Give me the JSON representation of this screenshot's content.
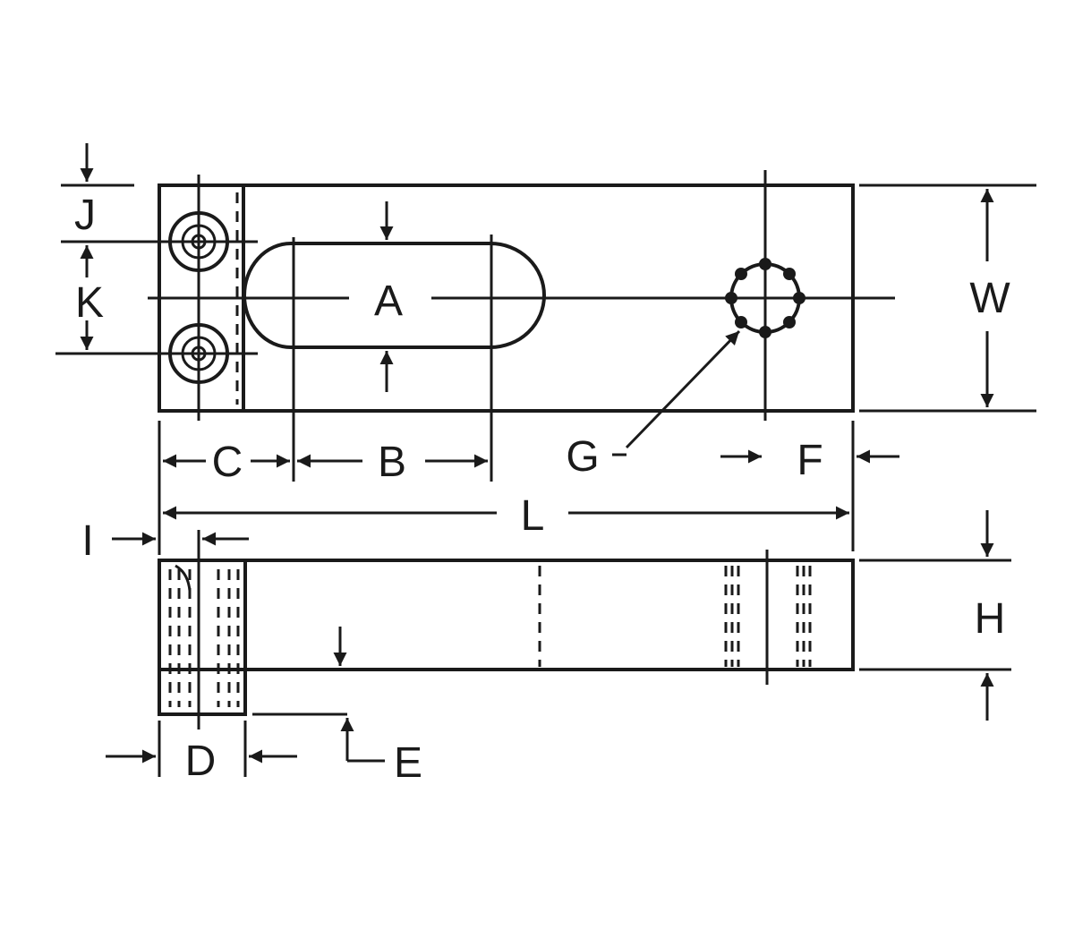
{
  "labels": {
    "a": "A",
    "b": "B",
    "c": "C",
    "d": "D",
    "e": "E",
    "f": "F",
    "g": "G",
    "h": "H",
    "i": "I",
    "j": "J",
    "k": "K",
    "l": "L",
    "w": "W"
  }
}
